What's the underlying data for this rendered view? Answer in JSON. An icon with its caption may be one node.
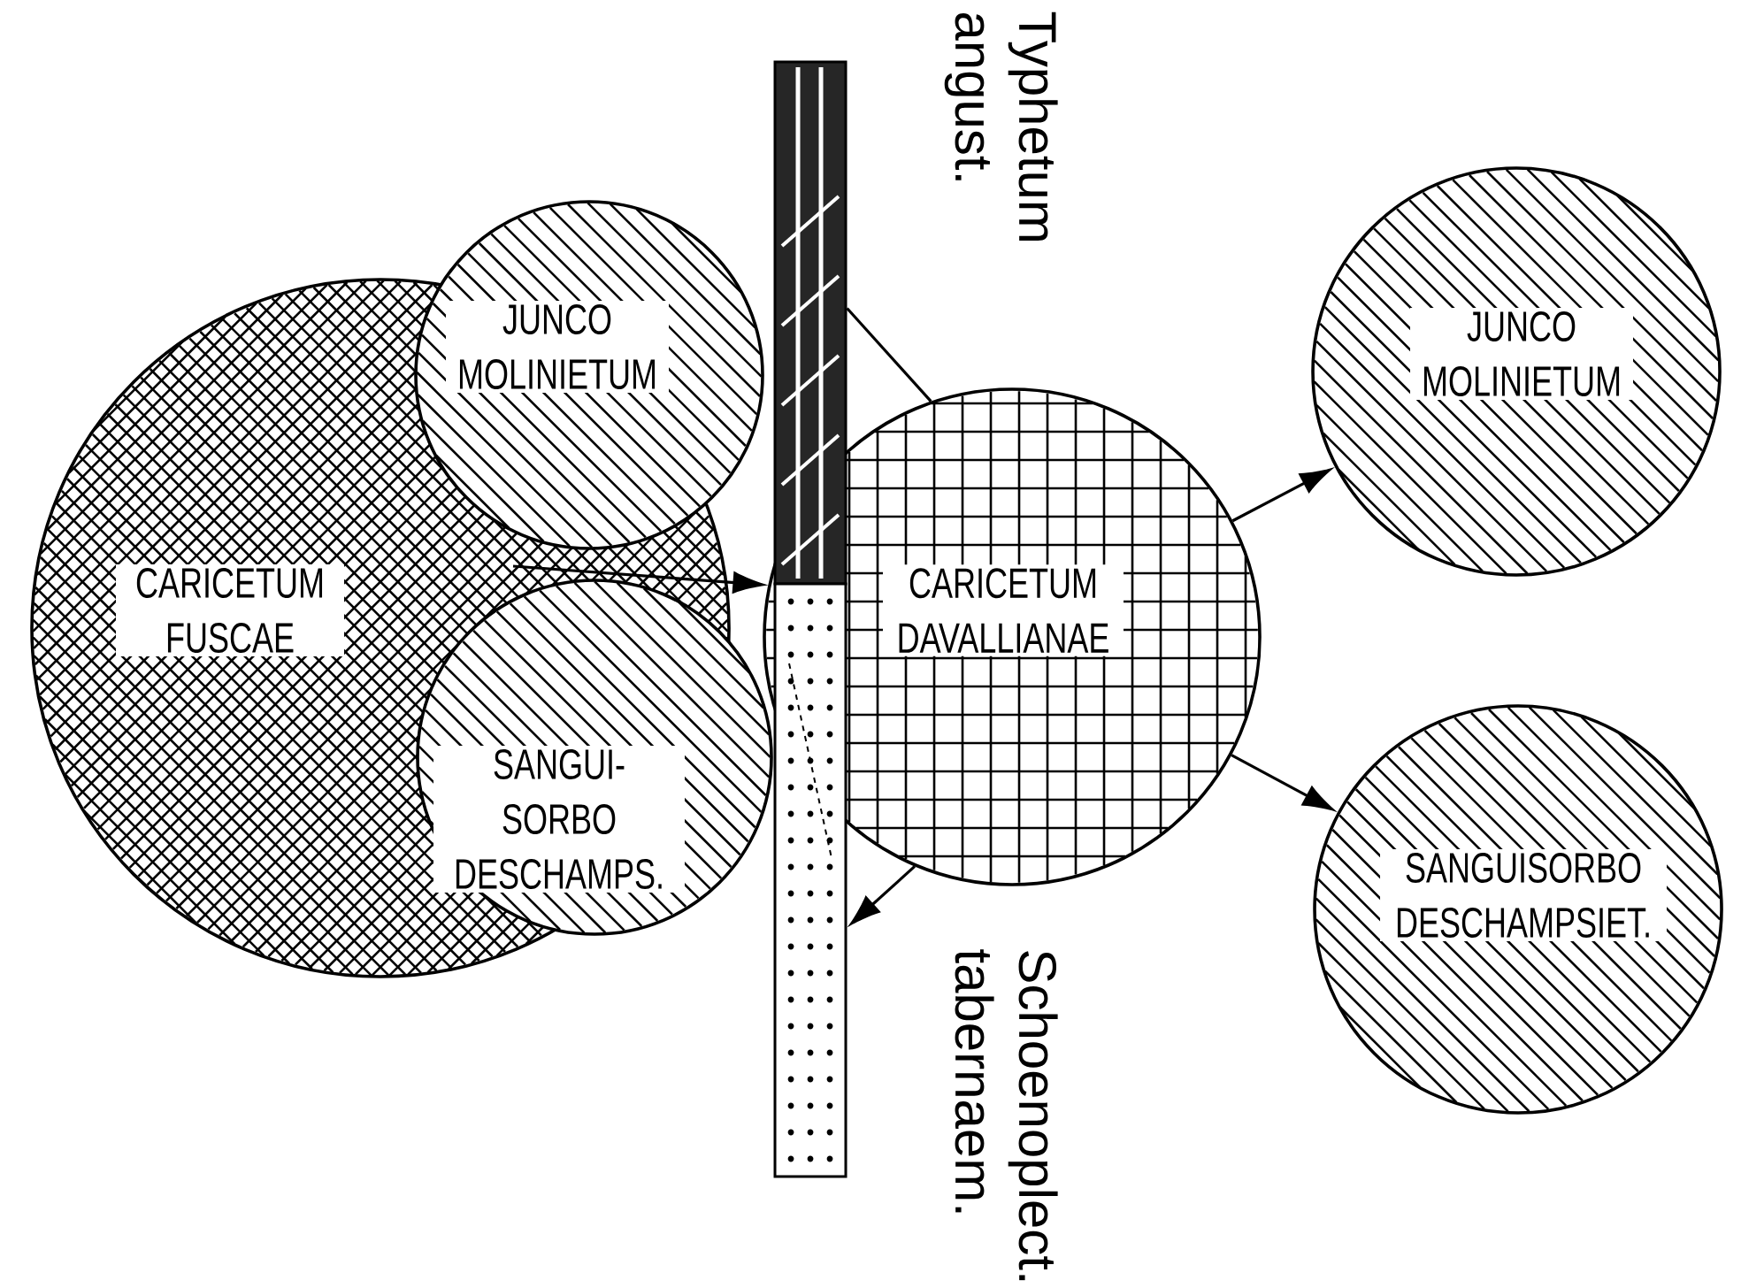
{
  "diagram": {
    "nodes": [
      {
        "text": [
          "CARICETUM FUSCAE"
        ]
      },
      {
        "text": [
          "JUNCO MOLINIETUM"
        ]
      },
      {
        "text": [
          "SANGUI- SORBO DESCHAMPS."
        ]
      },
      {
        "text": [
          "Typhetum angust."
        ]
      },
      {
        "text": [
          "Schoenoplect. tabernaem."
        ]
      },
      {
        "text": [
          "CARICETUM DAVALLIANAE"
        ]
      },
      {
        "text": [
          "JUNCO MOLINIETUM"
        ]
      },
      {
        "text": [
          "SANGUISORBO DESCHAMPSIET."
        ]
      }
    ],
    "edges": [
      {
        "from": 0,
        "to": 5,
        "arrow": "to"
      },
      {
        "from": 3,
        "to": 5,
        "arrow": "none"
      },
      {
        "from": 5,
        "to": 6,
        "arrow": "to"
      },
      {
        "from": 5,
        "to": 7,
        "arrow": "to"
      },
      {
        "from": 5,
        "to": 4,
        "arrow": "to"
      }
    ]
  }
}
